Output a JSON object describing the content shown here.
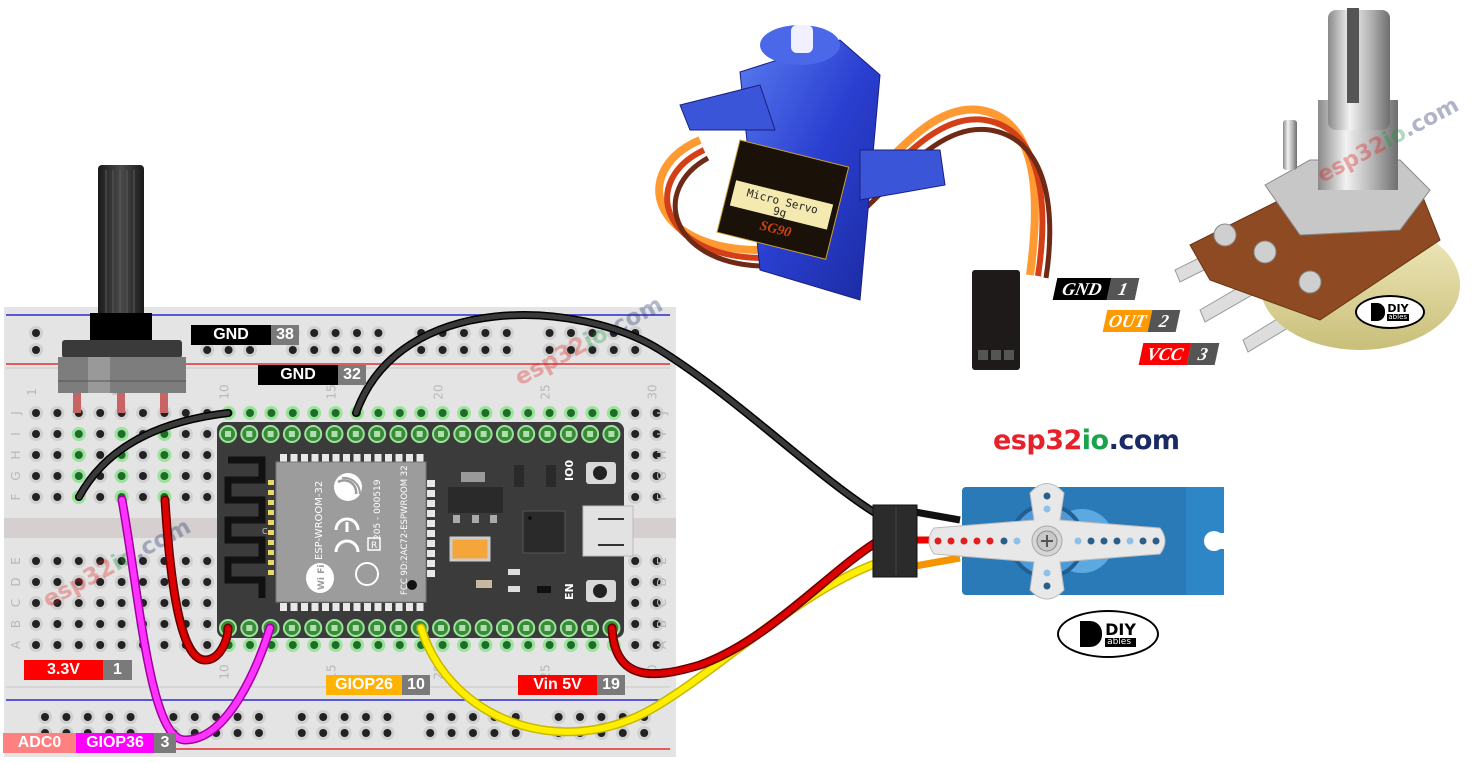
{
  "title": "ESP32 - Servo Motor controlled by Potentiometer wiring diagram",
  "brand": {
    "part1": "esp32",
    "part2": "io",
    "part3": ".com",
    "colors": {
      "part1": "#e8202a",
      "part2": "#1aa34a",
      "part3": "#1a2a66"
    }
  },
  "watermark": {
    "part1": "esp32",
    "part2": "io",
    "part3": ".com"
  },
  "diy_logo": {
    "line1": "DIY",
    "line2": "ables"
  },
  "esp32_module": {
    "model": "ESP-WROOM-32",
    "cert_id": "205 - 000519",
    "fcc_id": "FCC 9D:2AC72-ESPWROOM 32",
    "button_top": "IO0",
    "button_bottom": "EN",
    "antenna_mark": "C",
    "wifi_text": "Wi Fi",
    "r_mark": "R"
  },
  "breadboard": {
    "row_letters_top": [
      "J",
      "I",
      "H",
      "G",
      "F"
    ],
    "row_letters_bottom": [
      "E",
      "D",
      "C",
      "B",
      "A"
    ],
    "column_numbers": [
      "1",
      "5",
      "10",
      "15",
      "20",
      "25",
      "30"
    ]
  },
  "pin_labels": [
    {
      "name": "GND",
      "pin": "38",
      "color": "#000000"
    },
    {
      "name": "GND",
      "pin": "32",
      "color": "#000000"
    },
    {
      "name": "3.3V",
      "pin": "1",
      "color": "#ff0000"
    },
    {
      "name": "GIOP26",
      "pin": "10",
      "color": "#ffb300"
    },
    {
      "name": "Vin 5V",
      "pin": "19",
      "color": "#ff0000"
    },
    {
      "name": "GIOP36",
      "pin": "3",
      "color": "#ff00ff",
      "prefix": "ADC0",
      "prefix_color": "#ff8080"
    }
  ],
  "servo_photo": {
    "label_line1": "Micro Servo",
    "label_line2": "9g",
    "label_line3": "SG90"
  },
  "servo_pinout": [
    {
      "name": "GND",
      "pin": "1",
      "color": "#000000"
    },
    {
      "name": "OUT",
      "pin": "2",
      "color": "#ff9900"
    },
    {
      "name": "VCC",
      "pin": "3",
      "color": "#ff0000"
    }
  ],
  "wires": [
    {
      "name": "potentiometer-gnd-wire",
      "color": "#222222"
    },
    {
      "name": "servo-gnd-wire",
      "color": "#222222"
    },
    {
      "name": "potentiometer-out-wire",
      "color": "#ff22ff"
    },
    {
      "name": "potentiometer-vcc-wire",
      "color": "#cc0000"
    },
    {
      "name": "servo-signal-wire",
      "color": "#ffee00"
    },
    {
      "name": "servo-vcc-wire",
      "color": "#cc0000"
    }
  ]
}
